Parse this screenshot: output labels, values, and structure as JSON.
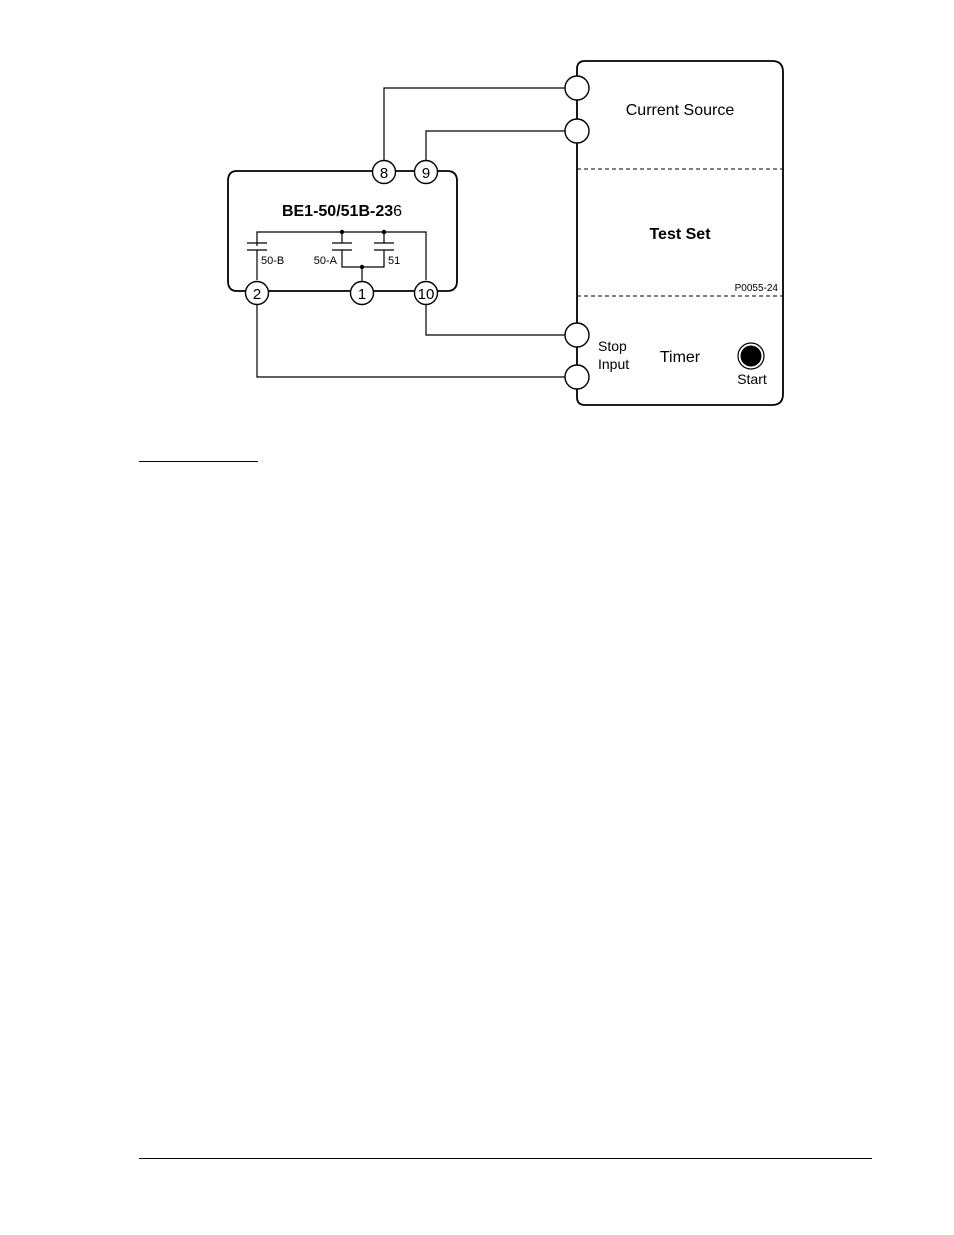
{
  "relay": {
    "model_prefix": "BE1-50/51B-23",
    "model_suffix": "6",
    "contacts": [
      "50-B",
      "50-A",
      "51"
    ],
    "terminals": [
      "8",
      "9",
      "2",
      "1",
      "10"
    ]
  },
  "test_set": {
    "current_source_label": "Current Source",
    "title": "Test Set",
    "figure_id": "P0055-24",
    "stop_label_1": "Stop",
    "stop_label_2": "Input",
    "timer_label": "Timer",
    "start_label": "Start"
  }
}
